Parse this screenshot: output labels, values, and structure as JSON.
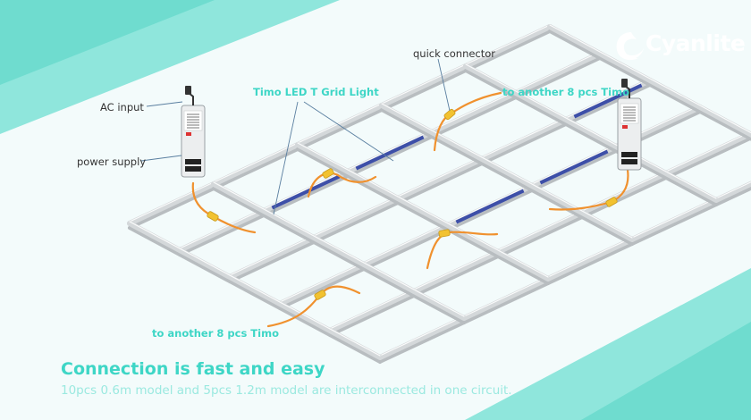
{
  "brand": {
    "name": "Cyanlite",
    "logo_icon": "swirl-wave-icon"
  },
  "labels": {
    "ac_input": "AC input",
    "power_supply": "power supply",
    "timo_led": "Timo LED T Grid Light",
    "quick_connector": "quick connector",
    "to_another_right": "to another 8 pcs Timo",
    "to_another_left": "to another 8 pcs Timo"
  },
  "headline": "Connection is fast and easy",
  "subline": "10pcs 0.6m model and 5pcs 1.2m model are interconnected in one circuit.",
  "colors": {
    "teal": "#3ed6c6",
    "teal_light": "#9be9e0",
    "cable": "#f0912e",
    "connector": "#f2c230",
    "led": "#3d4fa8",
    "frame": "#d4d8da"
  }
}
